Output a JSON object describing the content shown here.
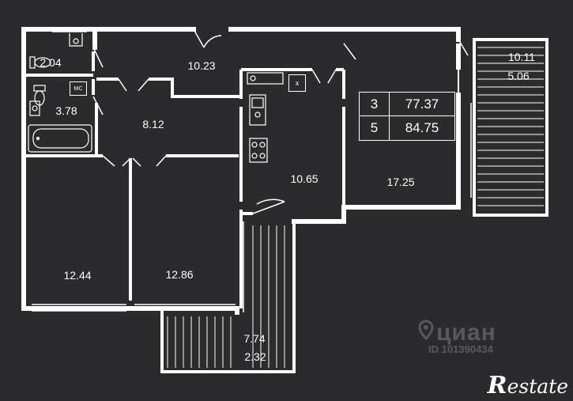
{
  "rooms": {
    "bathroom_wc": "2.04",
    "bathroom_main": "3.78",
    "corridor_top": "10.23",
    "hall": "8.12",
    "kitchen": "10.65",
    "living_room": "17.25",
    "bedroom_left": "12.44",
    "bedroom_middle": "12.86"
  },
  "balcony_right": {
    "area_full": "10.11",
    "area_reduced": "5.06"
  },
  "balcony_bottom": {
    "area_full": "7.74",
    "area_reduced": "2.32"
  },
  "area_table": {
    "row1": {
      "label": "3",
      "value": "77.37"
    },
    "row2": {
      "label": "5",
      "value": "84.75"
    }
  },
  "tags": {
    "mc": "МС",
    "x": "х"
  },
  "watermark": {
    "brand": "циан",
    "id": "ID 101390434"
  },
  "logo": {
    "initial": "R",
    "rest": "estate"
  },
  "colors": {
    "background": "#2b2b2e",
    "wall": "#ffffff",
    "watermark": "rgba(255,255,255,0.22)"
  },
  "icons": [
    "location-pin-icon",
    "toilet-icon",
    "sink-icon",
    "bathtub-icon",
    "stove-icon",
    "kitchen-sink-icon",
    "door-swing-icon"
  ]
}
